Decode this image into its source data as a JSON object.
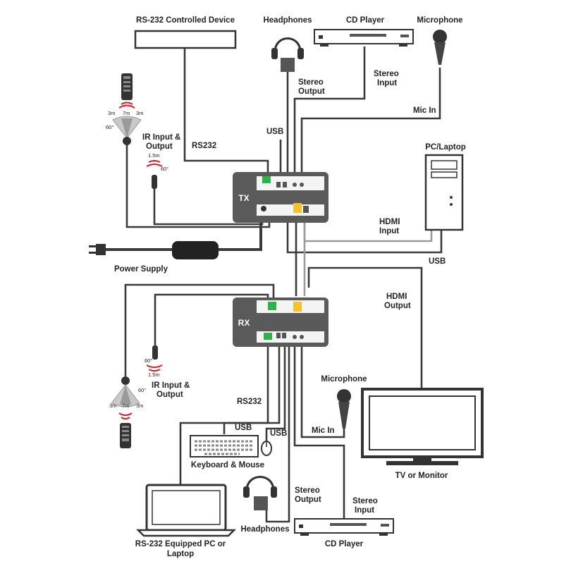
{
  "labels": {
    "rs232_device": "RS-232 Controlled Device",
    "headphones_top": "Headphones",
    "cd_player_top": "CD Player",
    "microphone_top": "Microphone",
    "stereo_output_top_1": "Stereo",
    "stereo_output_top_2": "Output",
    "stereo_input_top_1": "Stereo",
    "stereo_input_top_2": "Input",
    "mic_in_top": "Mic In",
    "usb_top": "USB",
    "ir_top_1": "IR Input &",
    "ir_top_2": "Output",
    "rs232_top": "RS232",
    "pc_laptop": "PC/Laptop",
    "hdmi_input_1": "HDMI",
    "hdmi_input_2": "Input",
    "usb_pc": "USB",
    "power_supply": "Power Supply",
    "tx": "TX",
    "rx": "RX",
    "hdmi_output_1": "HDMI",
    "hdmi_output_2": "Output",
    "ir_bottom_1": "IR Input &",
    "ir_bottom_2": "Output",
    "rs232_bottom": "RS232",
    "usb_keyboard": "USB",
    "usb_mouse": "USB",
    "keyboard_mouse": "Keyboard & Mouse",
    "microphone_bottom": "Microphone",
    "mic_in_bottom": "Mic In",
    "tv_monitor": "TV or Monitor",
    "stereo_output_bottom_1": "Stereo",
    "stereo_output_bottom_2": "Output",
    "stereo_input_bottom_1": "Stereo",
    "stereo_input_bottom_2": "Input",
    "headphones_bottom": "Headphones",
    "cd_player_bottom": "CD Player",
    "rs232_pc_1": "RS-232 Equipped PC or",
    "rs232_pc_2": "Laptop"
  },
  "ir_specs": {
    "dist_left": "3m",
    "dist_center": "7m",
    "dist_right": "3m",
    "angle": "60°",
    "emitter_dist": "1.5m",
    "emitter_angle": "60°"
  },
  "colors": {
    "device_box": "#5a5a5a",
    "cable": "#3a3a3a",
    "hdmi_cable": "#9a9a9a",
    "terminal_green": "#2db34a",
    "hdmi_connector_yellow": "#f2c230",
    "ir_wave_red": "#d0202a"
  }
}
